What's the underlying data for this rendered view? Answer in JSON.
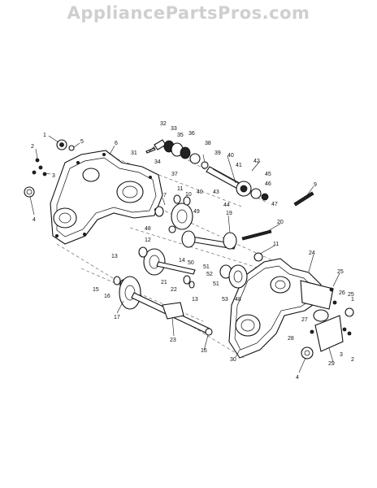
{
  "watermark": "AppliancePartsPros.com",
  "callouts": [
    "1",
    "2",
    "3",
    "4",
    "5",
    "6",
    "7",
    "9",
    "10",
    "11",
    "12",
    "13",
    "14",
    "15",
    "16",
    "17",
    "19",
    "20",
    "21",
    "22",
    "23",
    "24",
    "25",
    "26",
    "27",
    "28",
    "29",
    "30",
    "31",
    "32",
    "33",
    "34",
    "35",
    "36",
    "37",
    "38",
    "39",
    "40",
    "41",
    "42",
    "43",
    "44",
    "45",
    "46",
    "47",
    "48",
    "49",
    "50",
    "51",
    "52",
    "53"
  ]
}
